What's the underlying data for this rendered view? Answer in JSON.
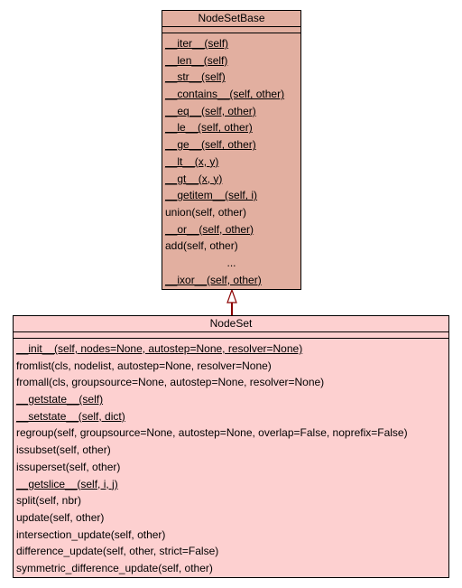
{
  "base_class": {
    "name": "NodeSetBase",
    "methods": [
      "__iter__(self)",
      "__len__(self)",
      "__str__(self)",
      "__contains__(self, other)",
      "__eq__(self, other)",
      "__le__(self, other)",
      "__ge__(self, other)",
      "__lt__(x, y)",
      "__gt__(x, y)",
      "__getitem__(self, i)",
      "union(self, other)",
      "__or__(self, other)",
      "add(self, other)",
      "...",
      "__ixor__(self, other)"
    ]
  },
  "derived_class": {
    "name": "NodeSet",
    "methods": [
      "__init__(self, nodes=None, autostep=None, resolver=None)",
      "fromlist(cls, nodelist, autostep=None, resolver=None)",
      "fromall(cls, groupsource=None, autostep=None, resolver=None)",
      "__getstate__(self)",
      "__setstate__(self, dict)",
      "regroup(self, groupsource=None, autostep=None, overlap=False, noprefix=False)",
      "issubset(self, other)",
      "issuperset(self, other)",
      "__getslice__(self, i, j)",
      "split(self, nbr)",
      "update(self, other)",
      "intersection_update(self, other)",
      "difference_update(self, other, strict=False)",
      "symmetric_difference_update(self, other)"
    ]
  },
  "colors": {
    "base_fill": "#E2AFA0",
    "derived_fill": "#FDD0D0",
    "inheritance_line": "#8B0000"
  }
}
